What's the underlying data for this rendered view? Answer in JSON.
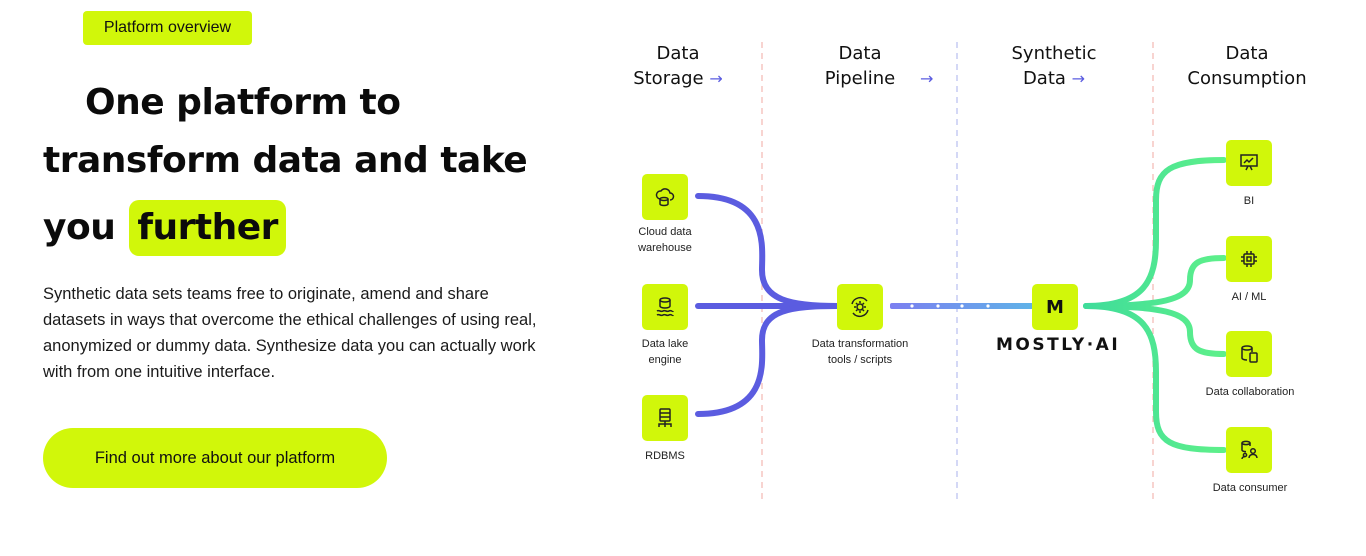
{
  "badge": "Platform overview",
  "headline": {
    "line1": "One platform to",
    "line2": "transform data and take",
    "line3_prefix": "you",
    "line3_highlight": "further"
  },
  "description": "Synthetic data sets teams free to originate, amend and share datasets in ways that overcome the ethical challenges of using real, anonymized or dummy data. Synthesize data you can actually work with from one intuitive interface.",
  "cta_label": "Find out more about our platform",
  "diagram": {
    "columns": [
      {
        "line1": "Data",
        "line2": "Storage",
        "arrow": "→"
      },
      {
        "line1": "Data",
        "line2": "Pipeline",
        "arrow": "→"
      },
      {
        "line1": "Synthetic",
        "line2": "Data",
        "arrow": "→"
      },
      {
        "line1": "Data",
        "line2": "Consumption",
        "arrow": ""
      }
    ],
    "storage_nodes": [
      {
        "label1": "Cloud data",
        "label2": "warehouse",
        "icon": "cloud-database-icon"
      },
      {
        "label1": "Data lake",
        "label2": "engine",
        "icon": "data-lake-icon"
      },
      {
        "label1": "RDBMS",
        "label2": "",
        "icon": "relational-database-icon"
      }
    ],
    "pipeline_node": {
      "label1": "Data transformation",
      "label2": "tools / scripts",
      "icon": "gear-transform-icon"
    },
    "synthetic_node": {
      "letter": "M",
      "logo": "MOSTLY·AI"
    },
    "consumption_nodes": [
      {
        "label": "BI",
        "icon": "presentation-chart-icon"
      },
      {
        "label": "AI / ML",
        "icon": "chip-icon"
      },
      {
        "label": "Data collaboration",
        "icon": "collaboration-icon"
      },
      {
        "label": "Data consumer",
        "icon": "data-consumer-icon"
      }
    ],
    "colors": {
      "accent": "#d1f70a",
      "storage_lines": "#5b5ce0",
      "consumption_lines": "#4de39a",
      "divider_blue": "#b7bdf0",
      "divider_red": "#f4b6b0"
    }
  }
}
